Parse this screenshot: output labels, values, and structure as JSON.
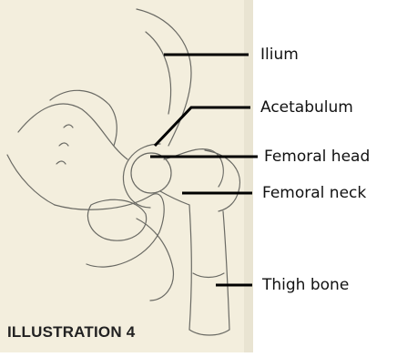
{
  "colors": {
    "paper": "#f3eedd",
    "sketch": "#6a6a64",
    "leader": "#000000",
    "text": "#111111"
  },
  "labels": {
    "ilium": "Ilium",
    "acetabulum": "Acetabulum",
    "femoral_head": "Femoral head",
    "femoral_neck": "Femoral neck",
    "thigh_bone": "Thigh bone"
  },
  "caption": "ILLUSTRATION 4"
}
